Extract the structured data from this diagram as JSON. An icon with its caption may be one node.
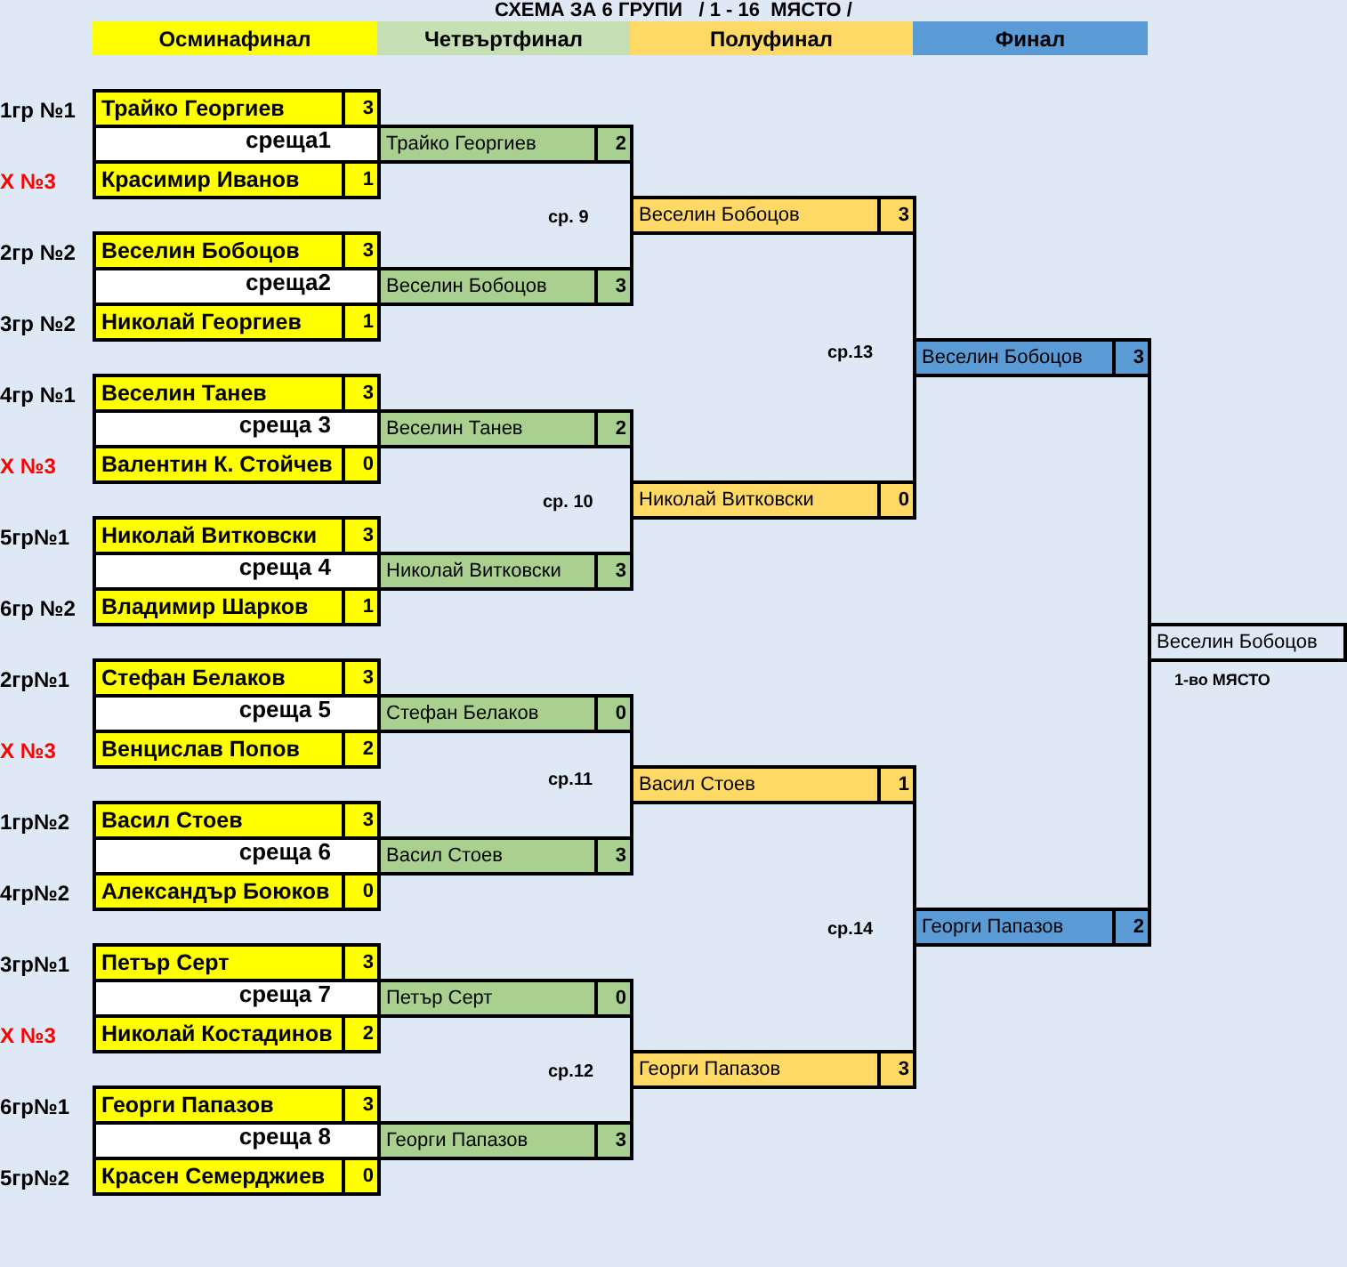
{
  "diagram": {
    "title": "СХЕМА ЗА 6 ГРУПИ   / 1 - 16  МЯСТО /",
    "nodes": [
      {
        "text": [
          "Осминафинал"
        ]
      },
      {
        "text": [
          "Четвъртфинал"
        ]
      },
      {
        "text": [
          "Полуфинал"
        ]
      },
      {
        "text": [
          "Финал"
        ]
      },
      {
        "text": [
          "среща1"
        ]
      },
      {
        "text": [
          "Трайко Георгиев",
          "3"
        ],
        "in": 4,
        "beside": [
          "1гр №1"
        ]
      },
      {
        "text": [
          "Красимир Иванов",
          "1"
        ],
        "in": 4,
        "beside": [
          "Х №3"
        ]
      },
      {
        "text": [
          "среща2"
        ]
      },
      {
        "text": [
          "Веселин Бобоцов",
          "3"
        ],
        "in": 7,
        "beside": [
          "2гр №2"
        ]
      },
      {
        "text": [
          "Николай Георгиев",
          "1"
        ],
        "in": 7,
        "beside": [
          "3гр №2"
        ]
      },
      {
        "text": [
          "среща 3"
        ]
      },
      {
        "text": [
          "Веселин Танев",
          "3"
        ],
        "in": 10,
        "beside": [
          "4гр №1"
        ]
      },
      {
        "text": [
          "Валентин К. Стойчев",
          "0"
        ],
        "in": 10,
        "beside": [
          "Х №3"
        ]
      },
      {
        "text": [
          "среща 4"
        ]
      },
      {
        "text": [
          "Николай Витковски",
          "3"
        ],
        "in": 13,
        "beside": [
          "5гр№1"
        ]
      },
      {
        "text": [
          "Владимир Шарков",
          "1"
        ],
        "in": 13,
        "beside": [
          "6гр №2"
        ]
      },
      {
        "text": [
          "среща 5"
        ]
      },
      {
        "text": [
          "Стефан Белаков",
          "3"
        ],
        "in": 16,
        "beside": [
          "2гр№1"
        ]
      },
      {
        "text": [
          "Венцислав Попов",
          "2"
        ],
        "in": 16,
        "beside": [
          "Х №3"
        ]
      },
      {
        "text": [
          "среща 6"
        ]
      },
      {
        "text": [
          "Васил Стоев",
          "3"
        ],
        "in": 19,
        "beside": [
          "1гр№2"
        ]
      },
      {
        "text": [
          "Александър Боюков",
          "0"
        ],
        "in": 19,
        "beside": [
          "4гр№2"
        ]
      },
      {
        "text": [
          "среща 7"
        ]
      },
      {
        "text": [
          "Петър Серт",
          "3"
        ],
        "in": 22,
        "beside": [
          "3гр№1"
        ]
      },
      {
        "text": [
          "Николай Костадинов",
          "2"
        ],
        "in": 22,
        "beside": [
          "Х №3"
        ]
      },
      {
        "text": [
          "среща 8"
        ]
      },
      {
        "text": [
          "Георги Папазов",
          "3"
        ],
        "in": 25,
        "beside": [
          "6гр№1"
        ]
      },
      {
        "text": [
          "Красен Семерджиев",
          "0"
        ],
        "in": 25,
        "beside": [
          "5гр№2"
        ]
      },
      {
        "text": [
          "Трайко Георгиев",
          "2"
        ]
      },
      {
        "text": [
          "Веселин Бобоцов",
          "3"
        ]
      },
      {
        "text": [
          "Веселин Танев",
          "2"
        ]
      },
      {
        "text": [
          "Николай Витковски",
          "3"
        ]
      },
      {
        "text": [
          "Стефан Белаков",
          "0"
        ]
      },
      {
        "text": [
          "Васил Стоев",
          "3"
        ]
      },
      {
        "text": [
          "Петър Серт",
          "0"
        ]
      },
      {
        "text": [
          "Георги Папазов",
          "3"
        ]
      },
      {
        "text": [
          "Веселин Бобоцов",
          "3"
        ]
      },
      {
        "text": [
          "Николай Витковски",
          "0"
        ]
      },
      {
        "text": [
          "Васил Стоев",
          "1"
        ]
      },
      {
        "text": [
          "Георги Папазов",
          "3"
        ]
      },
      {
        "text": [
          "Веселин Бобоцов",
          "3"
        ]
      },
      {
        "text": [
          "Георги Папазов",
          "2"
        ]
      },
      {
        "text": [
          "Веселин Бобоцов"
        ],
        "beside": [
          "1-во МЯСТО"
        ]
      }
    ],
    "edges": [
      {
        "from": 28,
        "to": 36,
        "arrow": "none"
      },
      {
        "from": 29,
        "to": 36,
        "arrow": "none"
      },
      {
        "from": 30,
        "to": 37,
        "arrow": "none"
      },
      {
        "from": 31,
        "to": 37,
        "arrow": "none"
      },
      {
        "from": 32,
        "to": 38,
        "arrow": "none"
      },
      {
        "from": 33,
        "to": 38,
        "arrow": "none"
      },
      {
        "from": 34,
        "to": 39,
        "arrow": "none"
      },
      {
        "from": 35,
        "to": 39,
        "arrow": "none"
      },
      {
        "from": 36,
        "to": 40,
        "arrow": "none"
      },
      {
        "from": 37,
        "to": 40,
        "arrow": "none"
      },
      {
        "from": 38,
        "to": 41,
        "arrow": "none"
      },
      {
        "from": 39,
        "to": 41,
        "arrow": "none"
      },
      {
        "from": 40,
        "to": 42,
        "arrow": "none"
      },
      {
        "from": 41,
        "to": 42,
        "arrow": "none"
      }
    ],
    "labels": [
      "ср. 9",
      "ср.13",
      "ср. 10",
      "ср.11",
      "ср.14",
      "ср.12"
    ]
  }
}
